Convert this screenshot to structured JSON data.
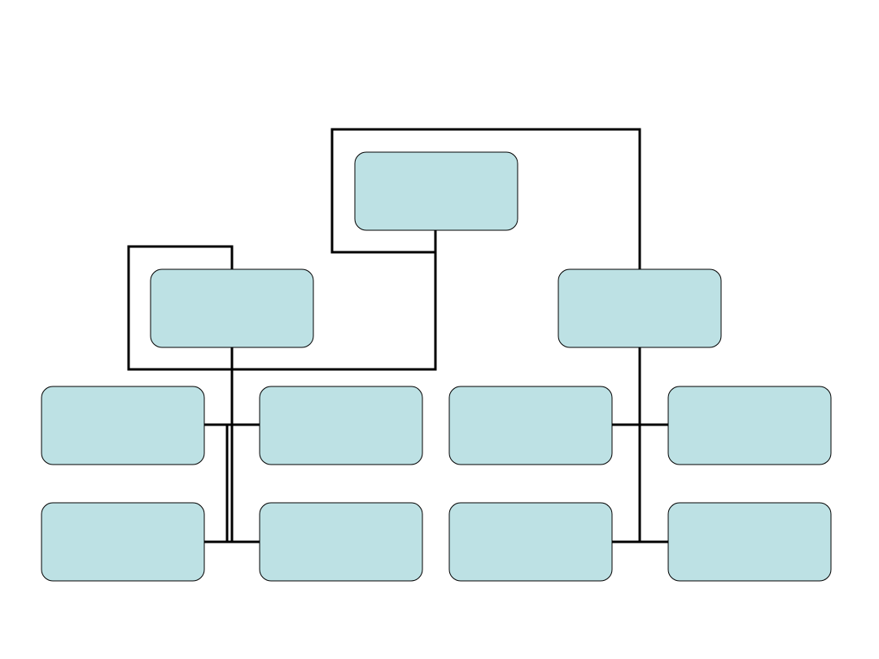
{
  "diagram": {
    "type": "org-chart",
    "node_fill": "#bde1e4",
    "node_stroke": "#000000",
    "connector_color": "#000000",
    "nodes": [
      {
        "id": "top",
        "label": ""
      },
      {
        "id": "mid-left",
        "label": ""
      },
      {
        "id": "mid-right",
        "label": ""
      },
      {
        "id": "leaf-1",
        "label": ""
      },
      {
        "id": "leaf-2",
        "label": ""
      },
      {
        "id": "leaf-3",
        "label": ""
      },
      {
        "id": "leaf-4",
        "label": ""
      },
      {
        "id": "leaf-5",
        "label": ""
      },
      {
        "id": "leaf-6",
        "label": ""
      },
      {
        "id": "leaf-7",
        "label": ""
      },
      {
        "id": "leaf-8",
        "label": ""
      }
    ]
  }
}
